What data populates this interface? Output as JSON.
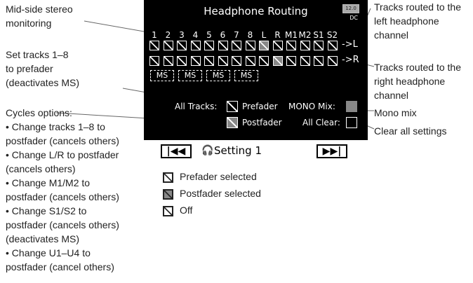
{
  "annotations": {
    "mid_side": [
      "Mid-side stereo",
      "monitoring"
    ],
    "prefader_set": [
      "Set tracks 1–8",
      "to prefader",
      "(deactivates MS)"
    ],
    "cycles": [
      "Cycles options:",
      "• Change tracks 1–8 to",
      "postfader (cancels others)",
      "• Change L/R to postfader",
      "(cancels others)",
      "• Change M1/M2 to",
      "postfader (cancels others)",
      "• Change S1/S2 to",
      "postfader (cancels others)",
      "(deactivates MS)",
      "• Change U1–U4 to",
      "postfader (cancel others)"
    ],
    "left_channel": [
      "Tracks routed to the",
      "left headphone",
      "channel"
    ],
    "right_channel": [
      "Tracks routed to the",
      "right headphone",
      "channel"
    ],
    "mono_mix": "Mono mix",
    "clear_all": "Clear all settings"
  },
  "screen": {
    "title": "Headphone Routing",
    "battery": "12.0",
    "power": "DC",
    "tracks": [
      "1",
      "2",
      "3",
      "4",
      "5",
      "6",
      "7",
      "8",
      "L",
      "R",
      "M1",
      "M2",
      "S1",
      "S2"
    ],
    "left_row": [
      "pre",
      "pre",
      "pre",
      "pre",
      "pre",
      "pre",
      "pre",
      "pre",
      "post",
      "pre",
      "pre",
      "pre",
      "pre",
      "pre"
    ],
    "right_row": [
      "pre",
      "pre",
      "pre",
      "pre",
      "pre",
      "pre",
      "pre",
      "pre",
      "pre",
      "post",
      "pre",
      "pre",
      "pre",
      "pre"
    ],
    "left_arrow": "->L",
    "right_arrow": "->R",
    "ms_labels": [
      "MS",
      "MS",
      "MS",
      "MS"
    ],
    "all_tracks_label": "All Tracks:",
    "prefader_label": "Prefader",
    "postfader_label": "Postfader",
    "mono_mix_label": "MONO Mix:",
    "all_clear_label": "All Clear:",
    "prev_button": "|◀◀",
    "next_button": "▶▶|",
    "setting_label": "Setting 1"
  },
  "legend": {
    "prefader": "Prefader selected",
    "postfader": "Postfader selected",
    "off": "Off"
  },
  "colors": {
    "screen_bg": "#000000",
    "postfader_fill": "#888888"
  }
}
